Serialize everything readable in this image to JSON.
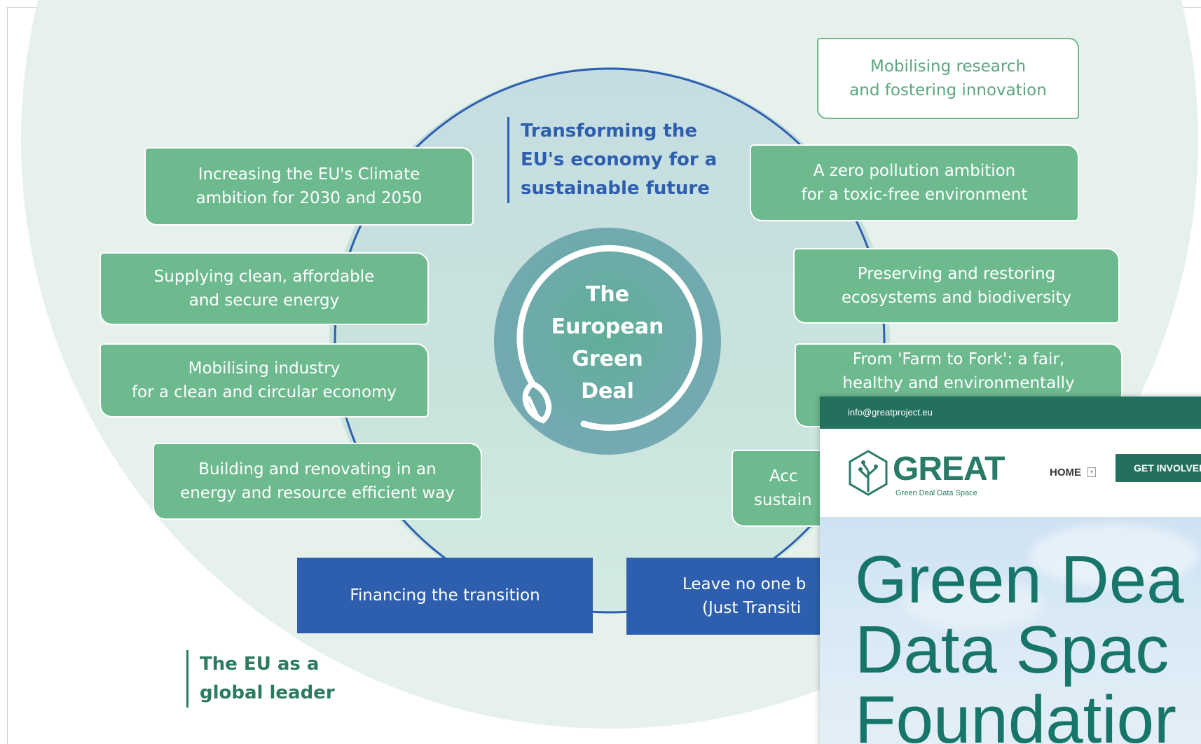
{
  "diagram": {
    "center": [
      "The",
      "European",
      "Green",
      "Deal"
    ],
    "headline_top": [
      "Transforming the",
      "EU's economy for a",
      "sustainable future"
    ],
    "headline_bottom": [
      "The EU as a",
      "global leader"
    ],
    "outline_box": [
      "Mobilising research",
      "and fostering innovation"
    ],
    "left_boxes": [
      [
        "Increasing the EU's Climate",
        "ambition for 2030 and 2050"
      ],
      [
        "Supplying clean, affordable",
        "and secure energy"
      ],
      [
        "Mobilising industry",
        "for a clean and circular economy"
      ],
      [
        "Building and renovating in an",
        "energy and resource efficient way"
      ]
    ],
    "right_boxes": [
      [
        "A zero pollution ambition",
        "for a toxic-free environment"
      ],
      [
        "Preserving and restoring",
        "ecosystems and biodiversity"
      ],
      [
        "From 'Farm to Fork': a fair,",
        "healthy and environmentally"
      ],
      [
        "Acc",
        "sustain"
      ]
    ],
    "blue_boxes": [
      [
        "Financing the transition"
      ],
      [
        "Leave no one b",
        "(Just Transiti"
      ]
    ]
  },
  "website": {
    "email": "info@greatproject.eu",
    "logo_title": "GREAT",
    "logo_subtitle": "Green Deal Data Space",
    "nav_home": "HOME",
    "nav_cta": "GET INVOLVED",
    "hero_lines": [
      "Green Dea",
      "Data Spac",
      "Foundatior"
    ]
  },
  "colors": {
    "green_box": "#6dba8f",
    "blue_box": "#2d5fae",
    "site_green": "#24705f",
    "hero_text": "#17756a"
  }
}
